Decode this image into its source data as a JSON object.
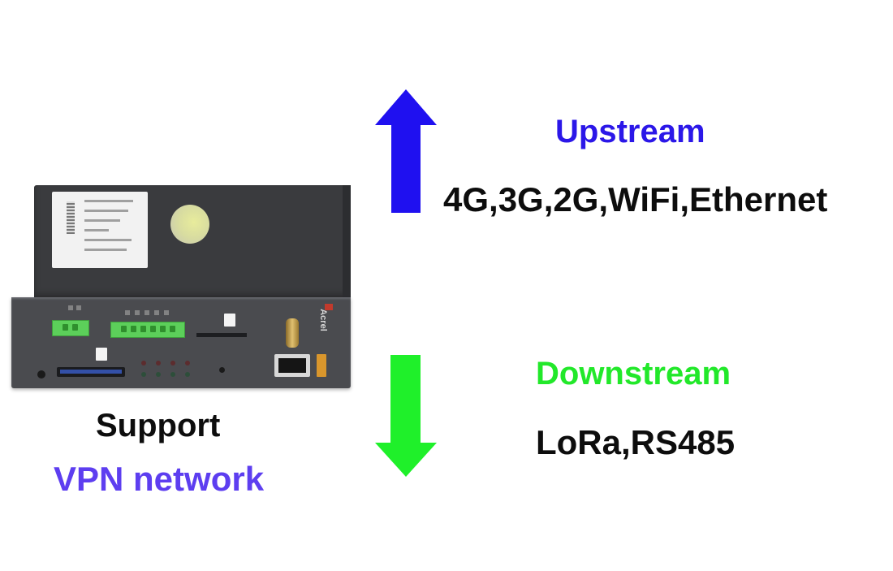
{
  "upstream": {
    "title": "Upstream",
    "interfaces": "4G,3G,2G,WiFi,Ethernet",
    "arrow_icon": "arrow-up-icon",
    "color": "#2b17e8"
  },
  "downstream": {
    "title": "Downstream",
    "interfaces": "LoRa,RS485",
    "arrow_icon": "arrow-down-icon",
    "color": "#22e82a"
  },
  "vpn": {
    "line1": "Support",
    "line2": "VPN network",
    "color": "#5d3ef0"
  },
  "device": {
    "brand": "Acrel",
    "image_description": "IoT gateway device, front view"
  }
}
